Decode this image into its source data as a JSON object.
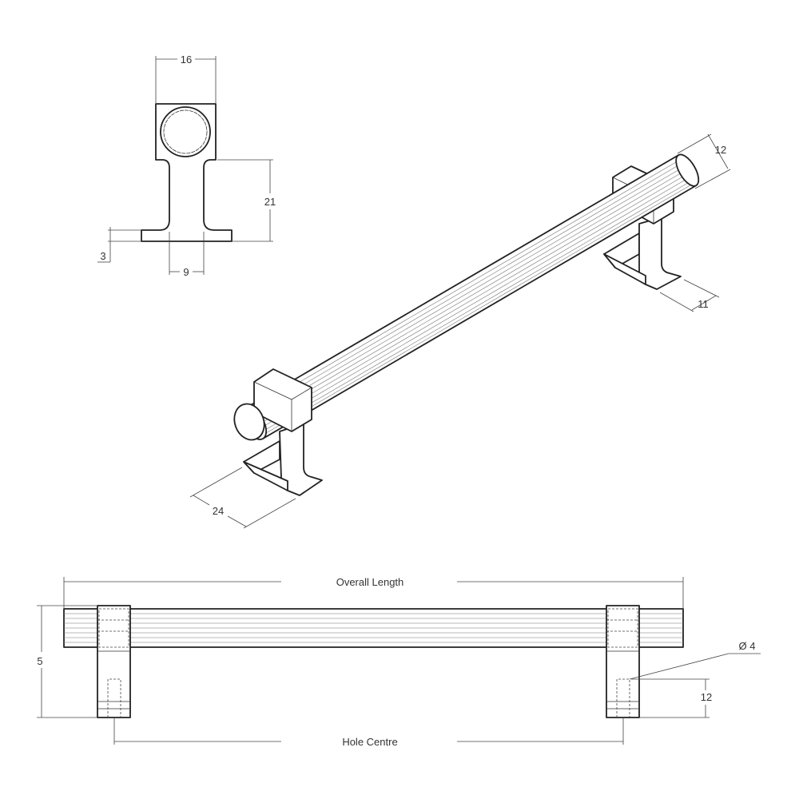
{
  "section_view": {
    "width_dim": "16",
    "stem_height_dim": "21",
    "base_thickness_dim": "3",
    "stem_width_dim": "9"
  },
  "isometric_view": {
    "rod_diameter_dim": "12",
    "base_depth_dim": "11",
    "base_length_dim": "24"
  },
  "side_view": {
    "overall_length_label": "Overall Length",
    "height_dim": "5",
    "hole_centre_label": "Hole Centre",
    "hole_diameter_dim": "Ø 4",
    "hole_depth_dim": "12"
  },
  "colors": {
    "line": "#222222",
    "background": "#ffffff"
  }
}
